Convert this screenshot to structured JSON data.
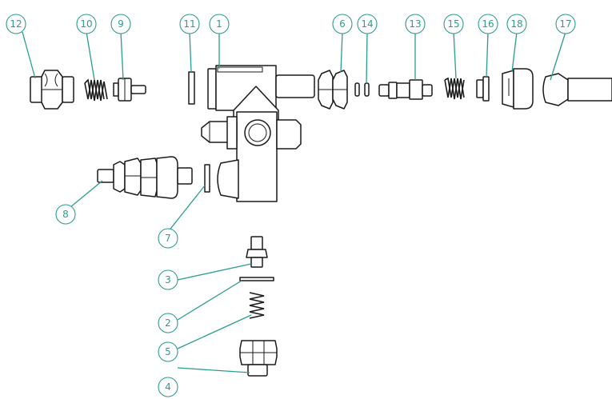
{
  "colors": {
    "callout": "#2a9d8f",
    "line": "#1a1a1a",
    "background": "#ffffff"
  },
  "callouts": [
    {
      "id": "c12",
      "label": "12"
    },
    {
      "id": "c10",
      "label": "10"
    },
    {
      "id": "c9",
      "label": "9"
    },
    {
      "id": "c11",
      "label": "11"
    },
    {
      "id": "c1",
      "label": "1"
    },
    {
      "id": "c6",
      "label": "6"
    },
    {
      "id": "c14",
      "label": "14"
    },
    {
      "id": "c13",
      "label": "13"
    },
    {
      "id": "c15",
      "label": "15"
    },
    {
      "id": "c16",
      "label": "16"
    },
    {
      "id": "c18",
      "label": "18"
    },
    {
      "id": "c17",
      "label": "17"
    },
    {
      "id": "c8",
      "label": "8"
    },
    {
      "id": "c7",
      "label": "7"
    },
    {
      "id": "c3",
      "label": "3"
    },
    {
      "id": "c2",
      "label": "2"
    },
    {
      "id": "c5",
      "label": "5"
    },
    {
      "id": "c4",
      "label": "4"
    }
  ]
}
